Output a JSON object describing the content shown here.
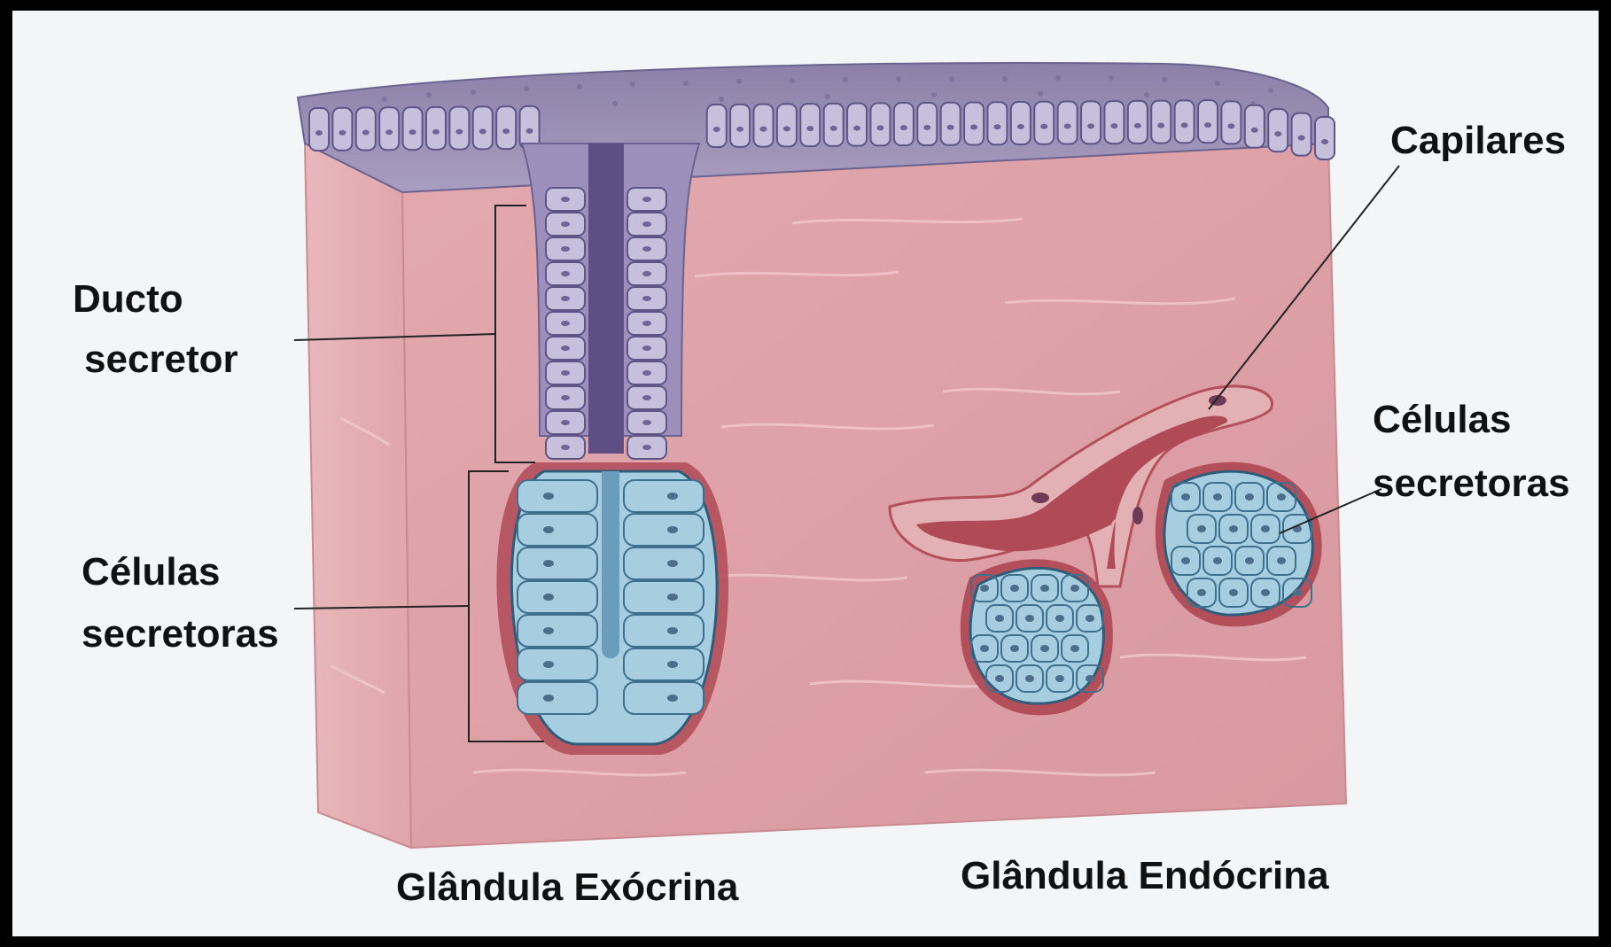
{
  "labels": {
    "ducto_l1": "Ducto",
    "ducto_l2": "secretor",
    "celulas_left_l1": "Células",
    "celulas_left_l2": "secretoras",
    "capilares": "Capilares",
    "celulas_right_l1": "Células",
    "celulas_right_l2": "secretoras",
    "caption_exocrina": "Glândula Exócrina",
    "caption_endocrina": "Glândula Endócrina"
  },
  "colors": {
    "frame": "#000000",
    "connective_tissue": "#dba1a7",
    "epithelium": "#a59bbd",
    "secretory_cells": "#a6cde0",
    "capillary": "#b04a56"
  }
}
